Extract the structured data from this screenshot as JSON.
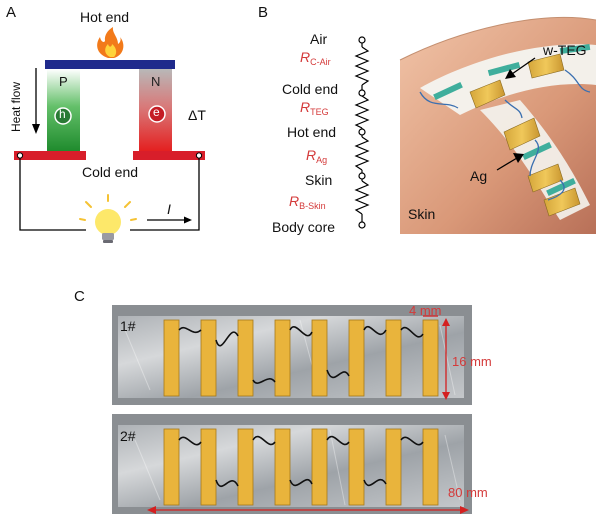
{
  "panel_a": {
    "label": "A",
    "hot_end": "Hot end",
    "heat_flow": "Heat flow",
    "p": "P",
    "n": "N",
    "h": "h",
    "e": "e",
    "delta_t": "ΔT",
    "cold_end": "Cold end",
    "current": "I",
    "icons": [
      "flame-icon",
      "lightbulb-icon"
    ],
    "colors": {
      "hot_bar": "#1f2a8c",
      "p_leg": "#2a9a3a",
      "n_leg": "#e02a2a",
      "cold_bar": "#d81e2a"
    }
  },
  "panel_b": {
    "label": "B",
    "circuit_nodes": [
      "Air",
      "Cold end",
      "Hot end",
      "Skin",
      "Body core"
    ],
    "resistors": [
      {
        "symbol": "R",
        "sub": "C-Air"
      },
      {
        "symbol": "R",
        "sub": "TEG"
      },
      {
        "symbol": "R",
        "sub": "Ag"
      },
      {
        "symbol": "R",
        "sub": "B-Skin"
      }
    ],
    "photo_labels": {
      "wteg": "w-TEG",
      "ag": "Ag",
      "skin": "Skin"
    }
  },
  "panel_c": {
    "label": "C",
    "sample1": "1#",
    "sample2": "2#",
    "dim_width": "4 mm",
    "dim_height": "16 mm",
    "dim_length": "80 mm"
  }
}
